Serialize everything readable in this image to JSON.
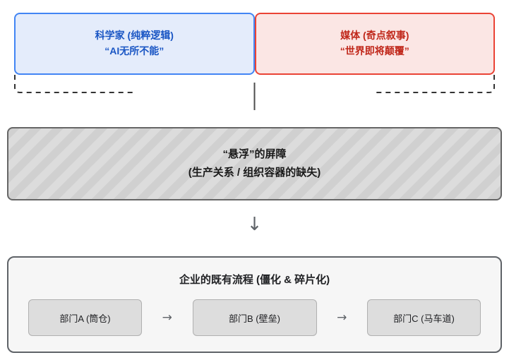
{
  "diagram": {
    "top_row": {
      "scientist": {
        "line1": "科学家 (纯粹逻辑)",
        "line2": "“AI无所不能”",
        "border_color": "#4285f4",
        "fill_color": "#e4ecfb",
        "text_color": "#1a56c4"
      },
      "media": {
        "line1": "媒体 (奇点叙事)",
        "line2": "“世界即将颠覆”",
        "border_color": "#ea4335",
        "fill_color": "#fbe6e4",
        "text_color": "#c0271a"
      }
    },
    "barrier": {
      "line1": "“悬浮”的屏障",
      "line2": "(生产关系 / 组织容器的缺失)",
      "border_color": "#666666",
      "stripe_color_a": "#d0d0d0",
      "stripe_color_b": "#dcdcdc",
      "text_color": "#1a1a1a"
    },
    "connector": {
      "down_arrow_glyph": "↓",
      "stem_color": "#4d4d4d",
      "bracket_color": "#333333"
    },
    "process_panel": {
      "title": "企业的既有流程 (僵化 & 碎片化)",
      "border_color": "#5f6368",
      "fill_color": "#f6f6f6",
      "departments": [
        {
          "label": "部门A (筒仓)"
        },
        {
          "label": "部门B (壁垒)"
        },
        {
          "label": "部门C (马车道)"
        }
      ],
      "flow_arrow_glyph": "→"
    }
  }
}
